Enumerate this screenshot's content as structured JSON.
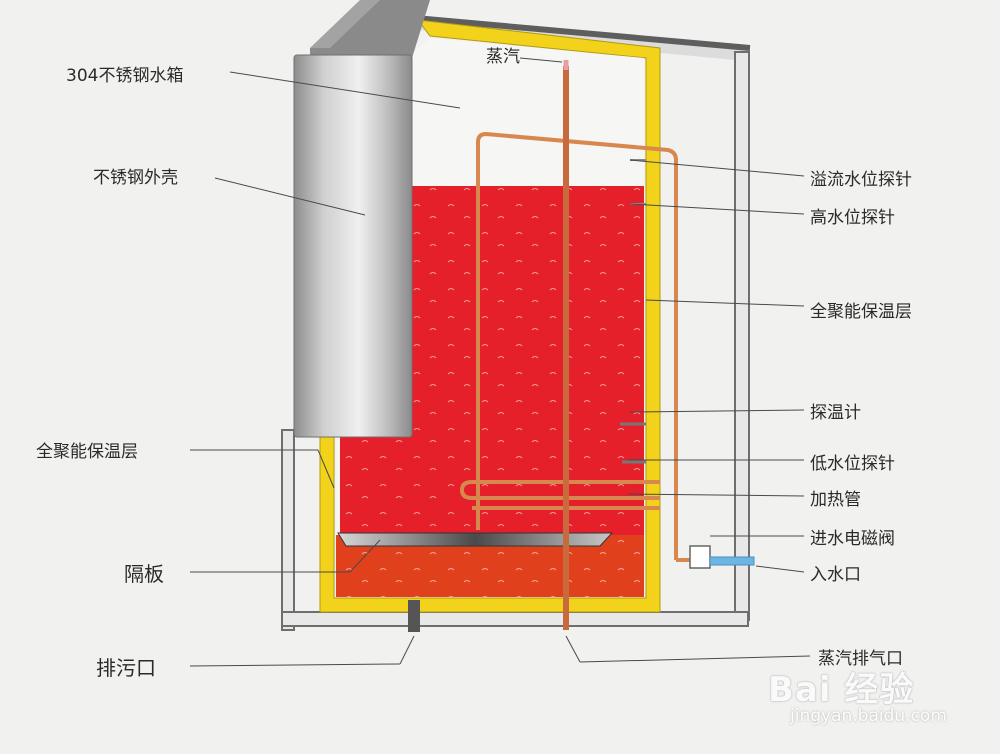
{
  "diagram": {
    "labels": {
      "tank": "304不锈钢水箱",
      "shell": "不锈钢外壳",
      "insulation_left": "全聚能保温层",
      "partition": "隔板",
      "drain": "排污口",
      "steam": "蒸汽",
      "overflow_probe": "溢流水位探针",
      "high_probe": "高水位探针",
      "insulation_right": "全聚能保温层",
      "thermometer": "探温计",
      "low_probe": "低水位探针",
      "heater": "加热管",
      "solenoid_valve": "进水电磁阀",
      "inlet": "入水口",
      "steam_exhaust": "蒸汽排气口"
    },
    "colors": {
      "water": "#e5202a",
      "lower_water": "#e0401c",
      "insulation": "#f2d21a",
      "pipe": "#c96a3c",
      "steel": "#b9b9b9",
      "frame": "#6e6e6e"
    }
  },
  "watermark": {
    "logo": "Bai 经验",
    "url": "jingyan.baidu.com"
  }
}
